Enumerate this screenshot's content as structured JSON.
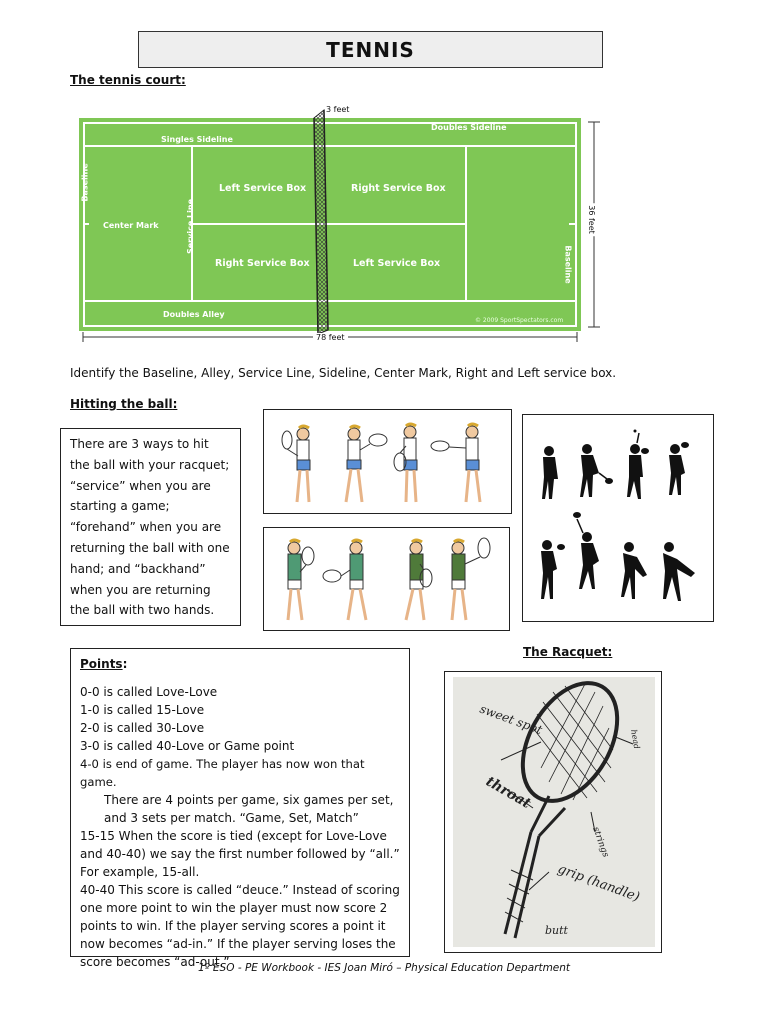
{
  "title": "TENNIS",
  "sections": {
    "court_heading": "The tennis court",
    "hitting_heading": "Hitting the ball",
    "racquet_heading": "The Racquet"
  },
  "court": {
    "labels": {
      "singles_sideline": "Singles Sideline",
      "doubles_sideline": "Doubles Sideline",
      "baseline_left": "Baseline",
      "baseline_right": "Baseline",
      "center_mark": "Center Mark",
      "service_line": "Service Line",
      "left_service_box_1": "Left Service Box",
      "right_service_box_1": "Right Service Box",
      "right_service_box_2": "Right Service Box",
      "left_service_box_2": "Left Service Box",
      "doubles_alley": "Doubles Alley",
      "copyright": "© 2009 SportSpectators.com"
    },
    "dims": {
      "net": "3 feet",
      "width": "36 feet",
      "length": "78 feet"
    }
  },
  "identify_text": "Identify the Baseline, Alley, Service Line, Sideline, Center Mark, Right and Left service box.",
  "hitting_text": "There are 3 ways to hit the ball with your racquet; “service” when you are starting a game; “forehand” when you are returning the ball with one hand; and “backhand” when you are returning the ball with two hands.",
  "points": {
    "heading": "Points",
    "lines": [
      "0-0 is called Love-Love",
      "1-0 is called 15-Love",
      "2-0 is called 30-Love",
      "3-0 is called 40-Love or Game point",
      "4-0 is end of game. The player has now won that game.",
      "There are 4 points per game, six games per set,",
      "and 3 sets per match. “Game, Set, Match”",
      "15-15 When the score is tied (except for Love-Love and 40-40) we say the first number followed by “all.” For example, 15-all.",
      "40-40 This score is called “deuce.” Instead of scoring one more point to win the player must now score 2 points to win. If the player serving scores a point it now becomes “ad-in.” If the player serving loses the score becomes “ad-out.”"
    ]
  },
  "racquet_labels": {
    "sweet_spot": "sweet spot",
    "throat": "throat",
    "grip": "grip (handle)",
    "strings": "strings",
    "butt": "butt",
    "head": "head"
  },
  "footer": "1º ESO - PE Workbook - IES Joan Miró – Physical Education Department"
}
